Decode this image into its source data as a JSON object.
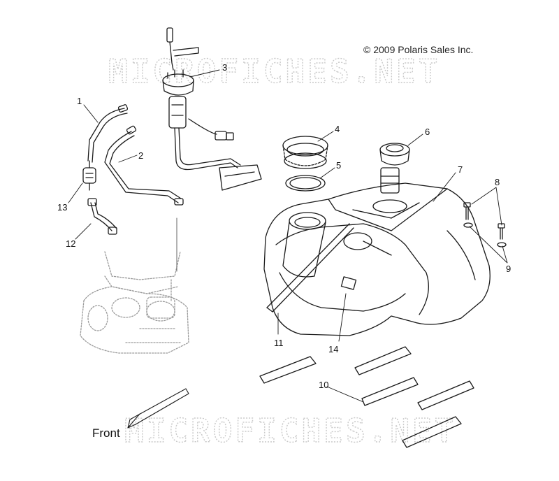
{
  "copyright": "© 2009 Polaris Sales Inc.",
  "watermark": "MICROFICHES.NET",
  "front_label": "Front",
  "callouts": [
    "1",
    "2",
    "3",
    "4",
    "5",
    "6",
    "7",
    "8",
    "9",
    "10",
    "11",
    "12",
    "13",
    "14"
  ],
  "colors": {
    "line": "#1a1a1a",
    "watermark": "#c9c9c9",
    "background": "#ffffff"
  }
}
